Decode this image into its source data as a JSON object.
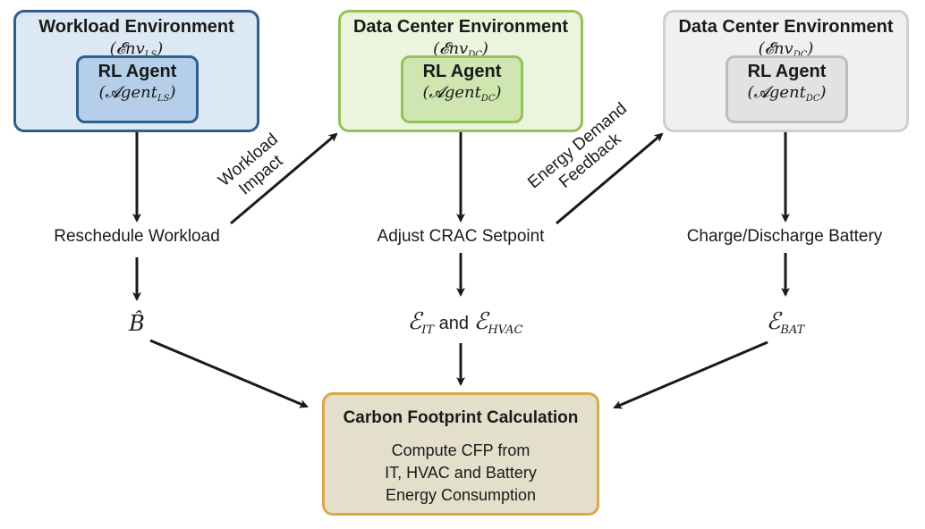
{
  "workload_env": {
    "title": "Workload Environment",
    "math_base": "𝓔nv",
    "math_sub": "LS",
    "agent": {
      "title": "RL Agent",
      "math_base": "𝓐gent",
      "math_sub": "LS"
    }
  },
  "dc_env": {
    "title": "Data Center Environment",
    "math_base": "𝓔nv",
    "math_sub": "DC",
    "agent": {
      "title": "RL Agent",
      "math_base": "𝓐gent",
      "math_sub": "DC"
    }
  },
  "battery_env": {
    "title": "Data Center Environment",
    "math_base": "𝓔nv",
    "math_sub": "DC",
    "agent": {
      "title": "RL Agent",
      "math_base": "𝓐gent",
      "math_sub": "DC"
    }
  },
  "actions": {
    "reschedule": "Reschedule Workload",
    "crac": "Adjust CRAC Setpoint",
    "battery": "Charge/Discharge Battery"
  },
  "edges": {
    "workload_impact_line1": "Workload",
    "workload_impact_line2": "Impact",
    "energy_feedback_line1": "Energy Demand",
    "energy_feedback_line2": "Feedback"
  },
  "outputs": {
    "b_hat": "B̂",
    "e_it_base": "ℰ",
    "e_it_sub": "IT",
    "and": "and",
    "e_hvac_base": "ℰ",
    "e_hvac_sub": "HVAC",
    "e_bat_base": "ℰ",
    "e_bat_sub": "BAT"
  },
  "cfp": {
    "title": "Carbon Footprint Calculation",
    "line1": "Compute CFP from",
    "line2": "IT, HVAC and Battery",
    "line3": "Energy Consumption"
  },
  "colors": {
    "workload_border": "#2f5f8c",
    "dc_border": "#93c25a",
    "battery_border": "#cfcfcf",
    "cfp_border": "#d9a94a",
    "arrow": "#1a1a1a"
  }
}
